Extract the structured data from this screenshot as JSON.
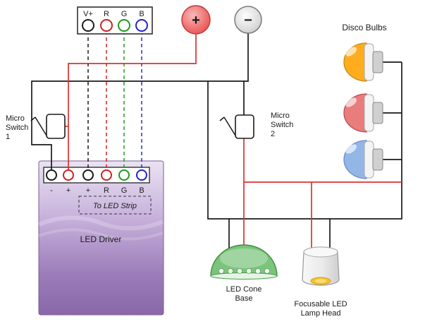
{
  "connector": {
    "pins": [
      "V+",
      "R",
      "G",
      "B"
    ],
    "pin_colors": [
      "#1A1A1A",
      "#CC2222",
      "#1A9C1A",
      "#2222CC"
    ]
  },
  "power_supply": {
    "positive_label": "+",
    "negative_label": "−"
  },
  "disco": {
    "title": "Disco Bulbs"
  },
  "switch1": {
    "lines": [
      "Micro",
      "Switch",
      "1"
    ]
  },
  "switch2": {
    "lines": [
      "Micro",
      "Switch",
      "2"
    ]
  },
  "driver": {
    "name": "LED Driver",
    "terminals": [
      "-",
      "+",
      "+",
      "R",
      "G",
      "B"
    ],
    "terminal_colors": [
      "#1A1A1A",
      "#CC2222",
      "#1A1A1A",
      "#CC2222",
      "#1A9C1A",
      "#2222CC"
    ],
    "strip_note": "To LED Strip",
    "body_color": "#9678B4"
  },
  "cone": {
    "lines": [
      "LED Cone",
      "Base"
    ],
    "color": "#7CC47C"
  },
  "lamp": {
    "lines": [
      "Focusable LED",
      "Lamp Head"
    ],
    "lens_color": "#F2C230"
  },
  "bulbs": [
    {
      "name": "amber-bulb",
      "color": "#FFAD1F"
    },
    {
      "name": "red-bulb",
      "color": "#E97C7C"
    },
    {
      "name": "blue-bulb",
      "color": "#93B6E6"
    }
  ],
  "colors": {
    "wire_negative": "#1A1A1A",
    "wire_positive": "#E03030",
    "dash_vplus": "#1A1A1A",
    "dash_r": "#D42424",
    "dash_g": "#1E9E1E",
    "dash_b": "#2A2AD0",
    "power_positive_fill": "#EE6A6A",
    "power_negative_fill": "#DCDCDC"
  }
}
